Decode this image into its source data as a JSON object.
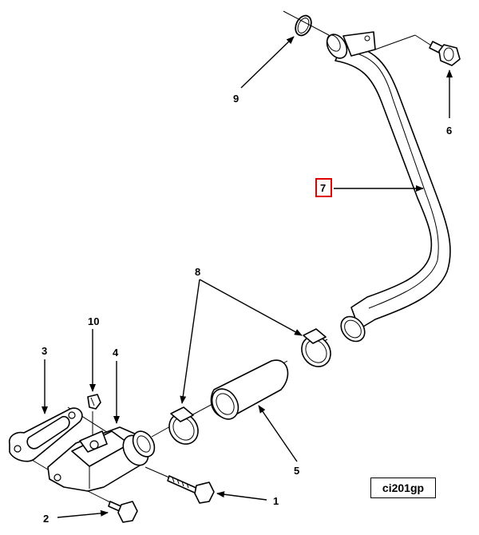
{
  "callouts": {
    "c1": "1",
    "c2": "2",
    "c3": "3",
    "c4": "4",
    "c5": "5",
    "c6": "6",
    "c7": "7",
    "c8": "8",
    "c9": "9",
    "c10": "10"
  },
  "highlight_color": "#e00000",
  "figure_id": "ci201gp"
}
